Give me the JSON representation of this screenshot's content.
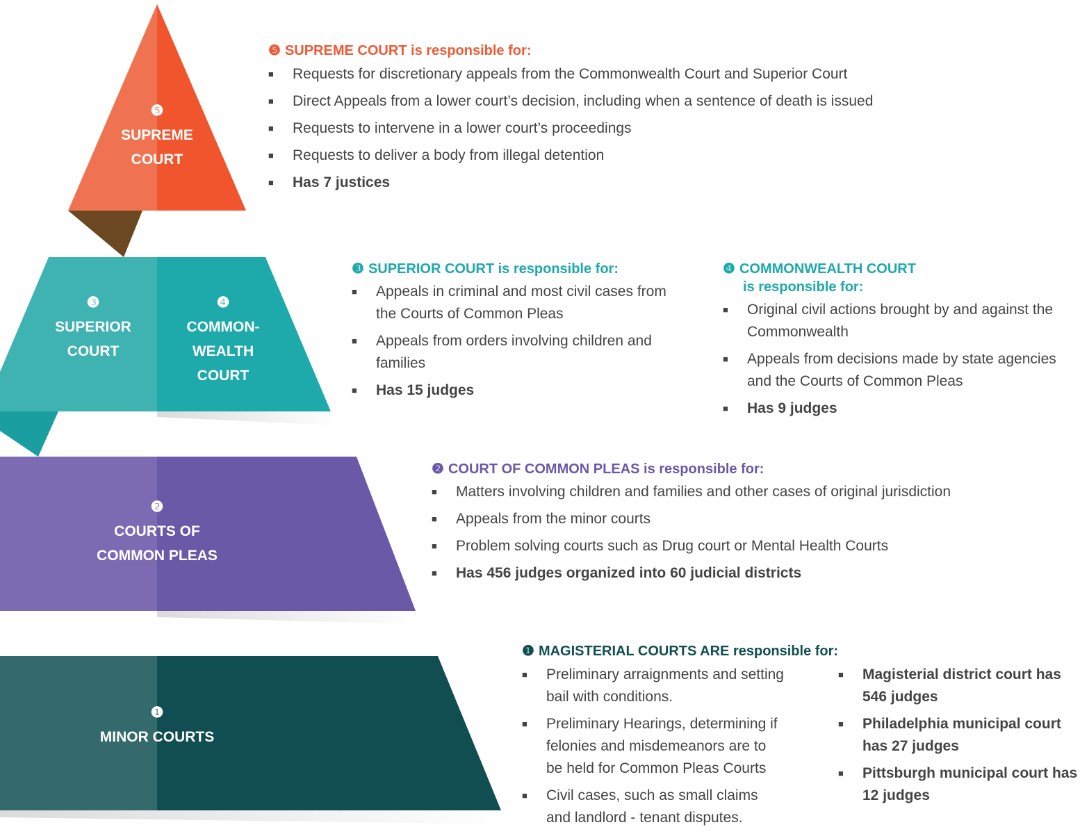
{
  "colors": {
    "supreme": "#ef5a35",
    "superior": "#1ea9aa",
    "pleas": "#6a59a6",
    "minor": "#114e51",
    "text": "#444444"
  },
  "tiers": {
    "supreme": {
      "num": "❺",
      "label_line1": "SUPREME",
      "label_line2": "COURT"
    },
    "superior": {
      "num": "❸",
      "label_line1": "SUPERIOR",
      "label_line2": "COURT"
    },
    "commonwealth": {
      "num": "❹",
      "label_line1": "COMMON-",
      "label_line2": "WEALTH",
      "label_line3": "COURT"
    },
    "pleas": {
      "num": "❷",
      "label_line1": "COURTS OF",
      "label_line2": "COMMON PLEAS"
    },
    "minor": {
      "num": "❶",
      "label_line1": "MINOR COURTS"
    }
  },
  "supreme_block": {
    "num": "❺",
    "heading": "SUPREME COURT is responsible for:",
    "items": [
      "Requests for discretionary appeals from the Commonwealth Court and Superior Court",
      "Direct Appeals from a lower court’s decision, including when a sentence of death is issued",
      "Requests to intervene in a lower court’s proceedings",
      "Requests to deliver a body from illegal detention",
      "Has 7 justices"
    ]
  },
  "superior_block": {
    "num": "❸",
    "heading": "SUPERIOR COURT is responsible for:",
    "items": [
      "Appeals in criminal and most civil cases from the Courts of Common Pleas",
      "Appeals from orders involving children and families",
      "Has 15 judges"
    ]
  },
  "commonwealth_block": {
    "num": "❹",
    "heading_line1": "COMMONWEALTH COURT",
    "heading_line2": "is responsible for:",
    "items": [
      "Original civil actions brought by and against the Commonwealth",
      "Appeals from decisions made by state agencies and the Courts of Common Pleas",
      "Has 9 judges"
    ]
  },
  "pleas_block": {
    "num": "❷",
    "heading": "COURT OF COMMON PLEAS is responsible for:",
    "items": [
      "Matters involving children and families and other cases of original jurisdiction",
      "Appeals from the minor courts",
      "Problem solving courts such as Drug court or Mental Health Courts",
      "Has 456 judges organized into 60 judicial districts"
    ]
  },
  "minor_block": {
    "num": "❶",
    "heading": "MAGISTERIAL COURTS ARE responsible for:",
    "items_left": [
      "Preliminary arraignments and setting bail with conditions.",
      "Preliminary Hearings, determining if felonies and misdemeanors are to be held for Common Pleas Courts",
      "Civil cases, such as small claims and landlord - tenant disputes."
    ],
    "items_right": [
      "Magisterial district court has 546 judges",
      "Philadelphia municipal court has 27 judges",
      "Pittsburgh municipal court has 12 judges"
    ]
  }
}
